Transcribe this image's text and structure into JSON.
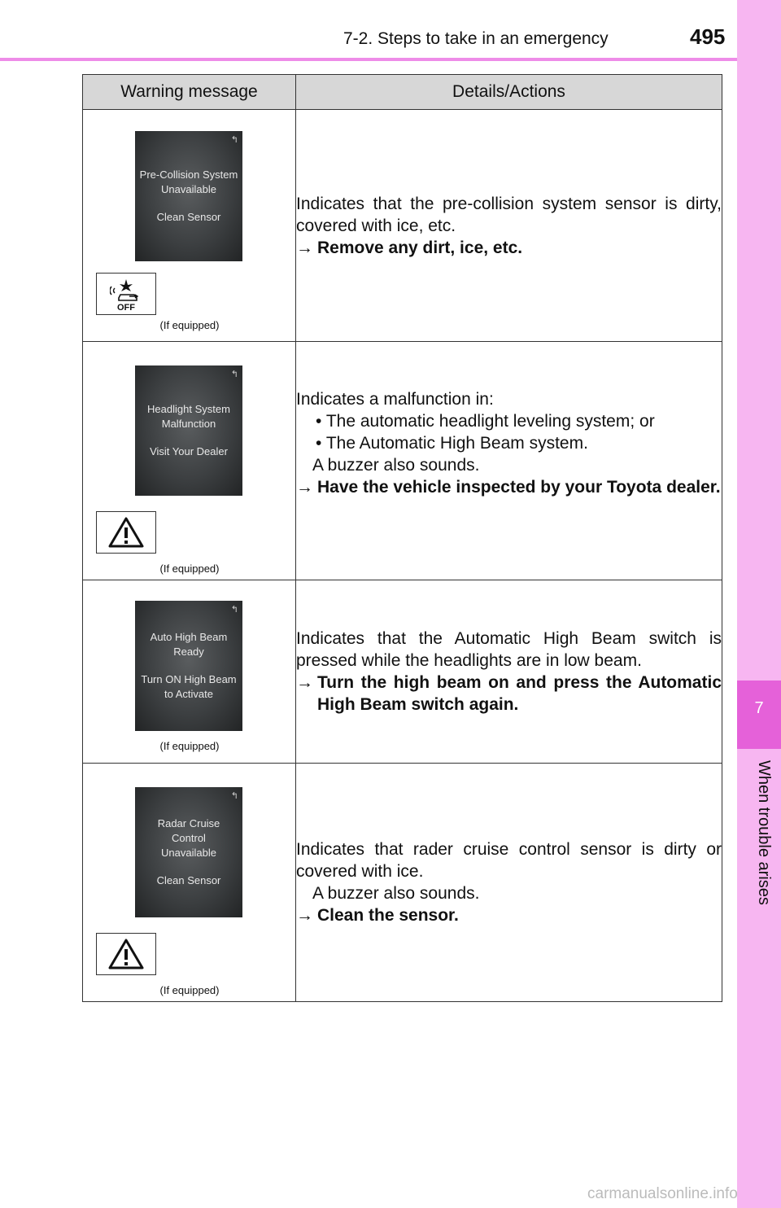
{
  "header": {
    "section_title": "7-2. Steps to take in an emergency",
    "page_number": "495"
  },
  "side_tab": {
    "chapter_number": "7",
    "chapter_title": "When trouble arises"
  },
  "table": {
    "columns": [
      "Warning message",
      "Details/Actions"
    ],
    "rows": [
      {
        "screen_lines": [
          "Pre-Collision System",
          "Unavailable",
          "",
          "Clean Sensor"
        ],
        "icon": "pcs-off-icon",
        "note": "(If equipped)",
        "details": [
          "Indicates that the pre-collision system sensor is dirty, covered with ice, etc."
        ],
        "action": "Remove any dirt, ice, etc."
      },
      {
        "screen_lines": [
          "Headlight System",
          "Malfunction",
          "",
          "Visit Your Dealer"
        ],
        "icon": "warning-triangle-icon",
        "note": "(If equipped)",
        "details": [
          "Indicates a malfunction in:"
        ],
        "bullets": [
          "The automatic headlight leveling system; or",
          "The Automatic High Beam system."
        ],
        "extra": "A buzzer also sounds.",
        "action": "Have the vehicle inspected by your Toyota dealer."
      },
      {
        "screen_lines": [
          "Auto High Beam",
          "Ready",
          "",
          "Turn ON High Beam",
          "to Activate"
        ],
        "icon": "",
        "note": "(If equipped)",
        "details": [
          "Indicates that the Automatic High Beam switch is pressed while the headlights are in low beam."
        ],
        "action": "Turn the high beam on and press the Automatic High Beam switch again."
      },
      {
        "screen_lines": [
          "Radar Cruise",
          "Control",
          "Unavailable",
          "",
          "Clean Sensor"
        ],
        "icon": "warning-triangle-icon",
        "note": "(If equipped)",
        "details": [
          "Indicates that rader cruise control sensor is dirty or covered with ice."
        ],
        "extra": "A buzzer also sounds.",
        "action": "Clean the sensor."
      }
    ]
  },
  "watermark": "carmanualsonline.info"
}
